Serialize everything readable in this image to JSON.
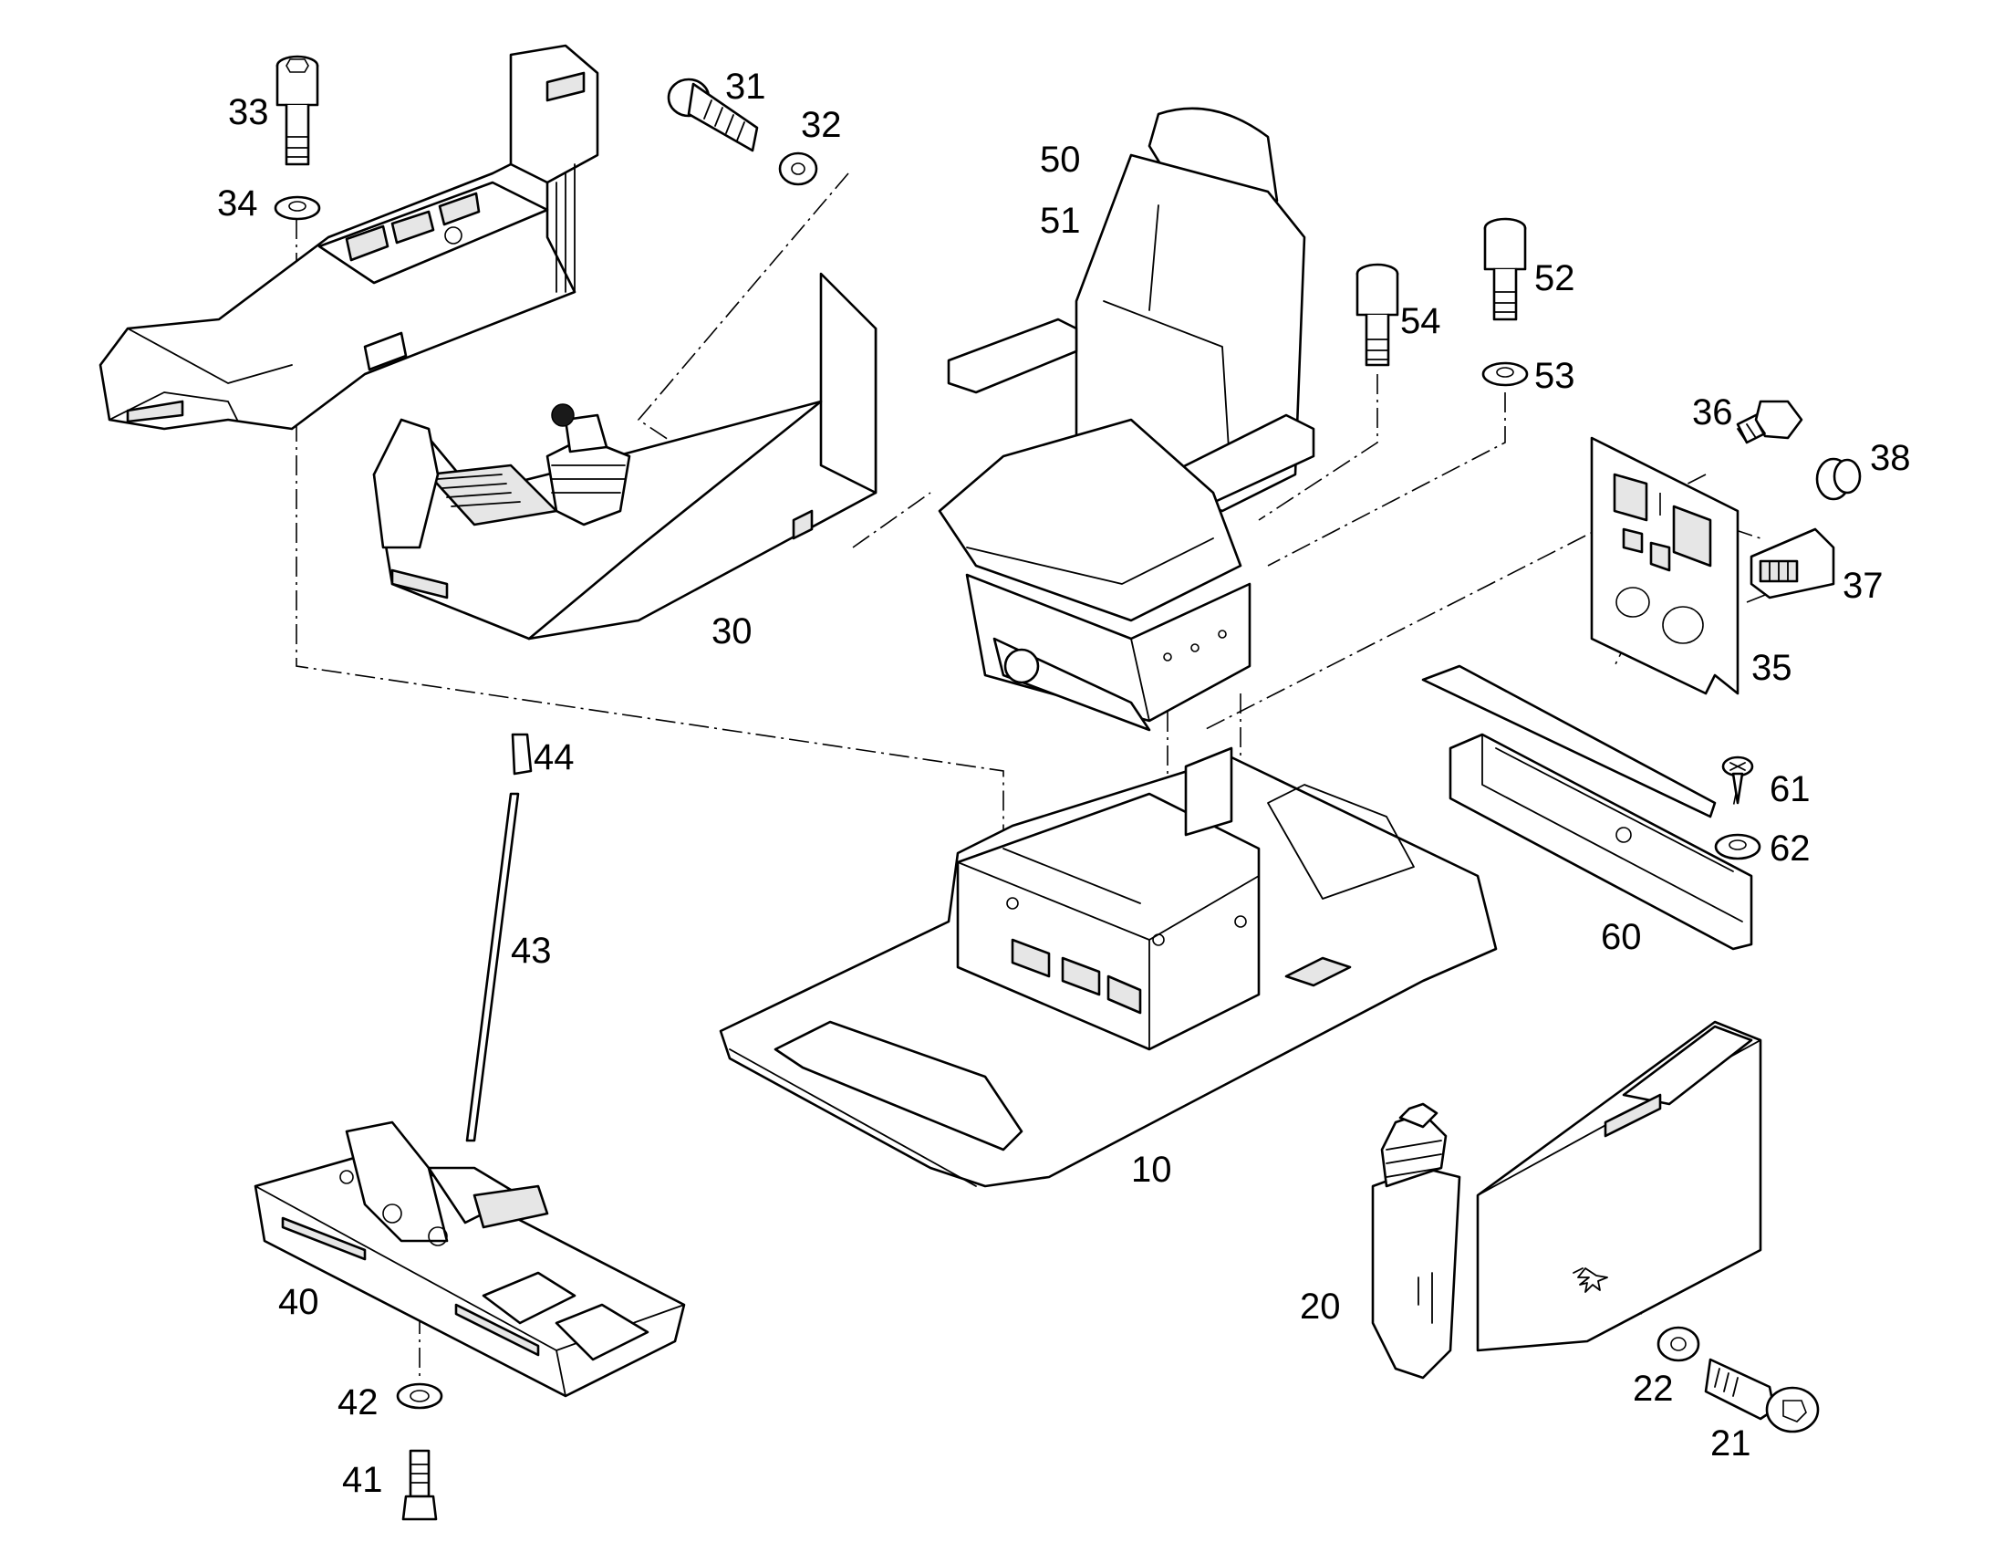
{
  "callouts": [
    {
      "id": "10",
      "label": "10"
    },
    {
      "id": "20",
      "label": "20"
    },
    {
      "id": "21",
      "label": "21"
    },
    {
      "id": "22",
      "label": "22"
    },
    {
      "id": "30",
      "label": "30"
    },
    {
      "id": "31",
      "label": "31"
    },
    {
      "id": "32",
      "label": "32"
    },
    {
      "id": "33",
      "label": "33"
    },
    {
      "id": "34",
      "label": "34"
    },
    {
      "id": "35",
      "label": "35"
    },
    {
      "id": "36",
      "label": "36"
    },
    {
      "id": "37",
      "label": "37"
    },
    {
      "id": "38",
      "label": "38"
    },
    {
      "id": "40",
      "label": "40"
    },
    {
      "id": "41",
      "label": "41"
    },
    {
      "id": "42",
      "label": "42"
    },
    {
      "id": "43",
      "label": "43"
    },
    {
      "id": "44",
      "label": "44"
    },
    {
      "id": "50",
      "label": "50"
    },
    {
      "id": "51",
      "label": "51"
    },
    {
      "id": "52",
      "label": "52"
    },
    {
      "id": "53",
      "label": "53"
    },
    {
      "id": "54",
      "label": "54"
    },
    {
      "id": "60",
      "label": "60"
    },
    {
      "id": "61",
      "label": "61"
    },
    {
      "id": "62",
      "label": "62"
    }
  ],
  "colors": {
    "line": "#000000",
    "background": "#ffffff"
  }
}
